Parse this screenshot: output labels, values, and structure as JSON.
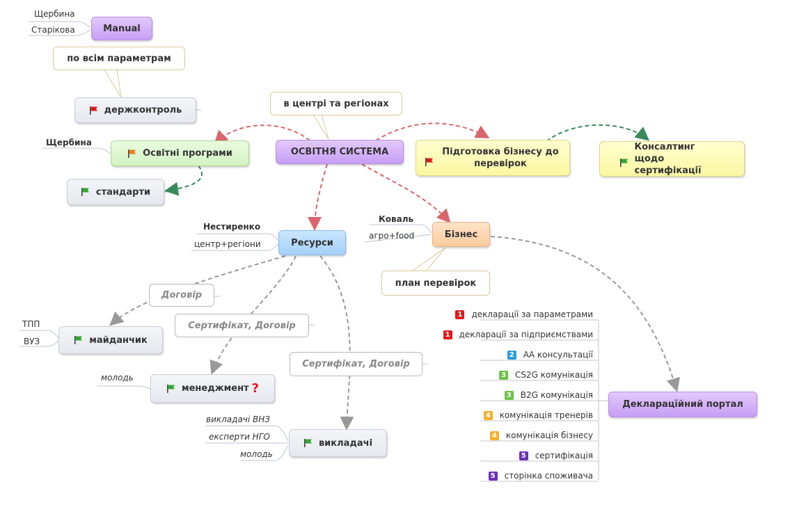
{
  "colors": {
    "red_link": "#d9666c",
    "green_link": "#3a8a5c",
    "gray_link": "#999999"
  },
  "nodes": {
    "osvitnia_systema": "ОСВІТНЯ СИСТЕМА",
    "manual": "Manual",
    "derzhkontrol": "держконтроль",
    "osvitni_prohramy": "Освітні програми",
    "standarty": "стандарти",
    "pidhotovka": "Підготовка бізнесу до перевірок",
    "konsaltynh": "Консалтинг щодо сертифікації",
    "resursy": "Ресурси",
    "biznes": "Бізнес",
    "maidanchyk": "майданчик",
    "menedzhment": "менеджмент",
    "vykladachi": "викладачі",
    "portal": "Декларацїйний портал"
  },
  "callouts": {
    "po_vsim": "по всім параметрам",
    "v_tsentri": "в центрі та регіонах",
    "plan": "план перевірок"
  },
  "relations": {
    "dohovir": "Договір",
    "sert_dohovir_1": "Сертифікат, Договір",
    "sert_dohovir_2": "Сертифікат, Договір"
  },
  "labels": {
    "shcherbyna_manual": "Щербина",
    "starikova": "Старікова",
    "shcherbyna_osvitni": "Щербина",
    "nestyrenko": "Нестиренко",
    "tsentr_rehiony": "центр+регіони",
    "koval": "Коваль",
    "ahro_food": "агро+food",
    "tpp": "ТПП",
    "vuz": "ВУЗ",
    "molod_1": "молодь",
    "vykladachi_vnz": "викладачі ВНЗ",
    "eksperty_nho": "експерти НГО",
    "molod_2": "молодь"
  },
  "portal_items": [
    {
      "num": "1",
      "color": "#e0191b",
      "text": "декларації за параметрами"
    },
    {
      "num": "1",
      "color": "#e0191b",
      "text": "декларації за підприємствами"
    },
    {
      "num": "2",
      "color": "#2a9fd8",
      "text": "АА консультації"
    },
    {
      "num": "3",
      "color": "#6cc24a",
      "text": "CS2G комунікація"
    },
    {
      "num": "3",
      "color": "#6cc24a",
      "text": "B2G комунікація"
    },
    {
      "num": "4",
      "color": "#f3b02b",
      "text": "комунікація тренерів"
    },
    {
      "num": "4",
      "color": "#f3b02b",
      "text": "комунікація бізнесу"
    },
    {
      "num": "5",
      "color": "#6a2fb8",
      "text": "сертифікація"
    },
    {
      "num": "5",
      "color": "#6a2fb8",
      "text": "сторінка споживача"
    }
  ],
  "icons": {
    "flag": "flag-icon",
    "question": "question-mark-icon"
  }
}
